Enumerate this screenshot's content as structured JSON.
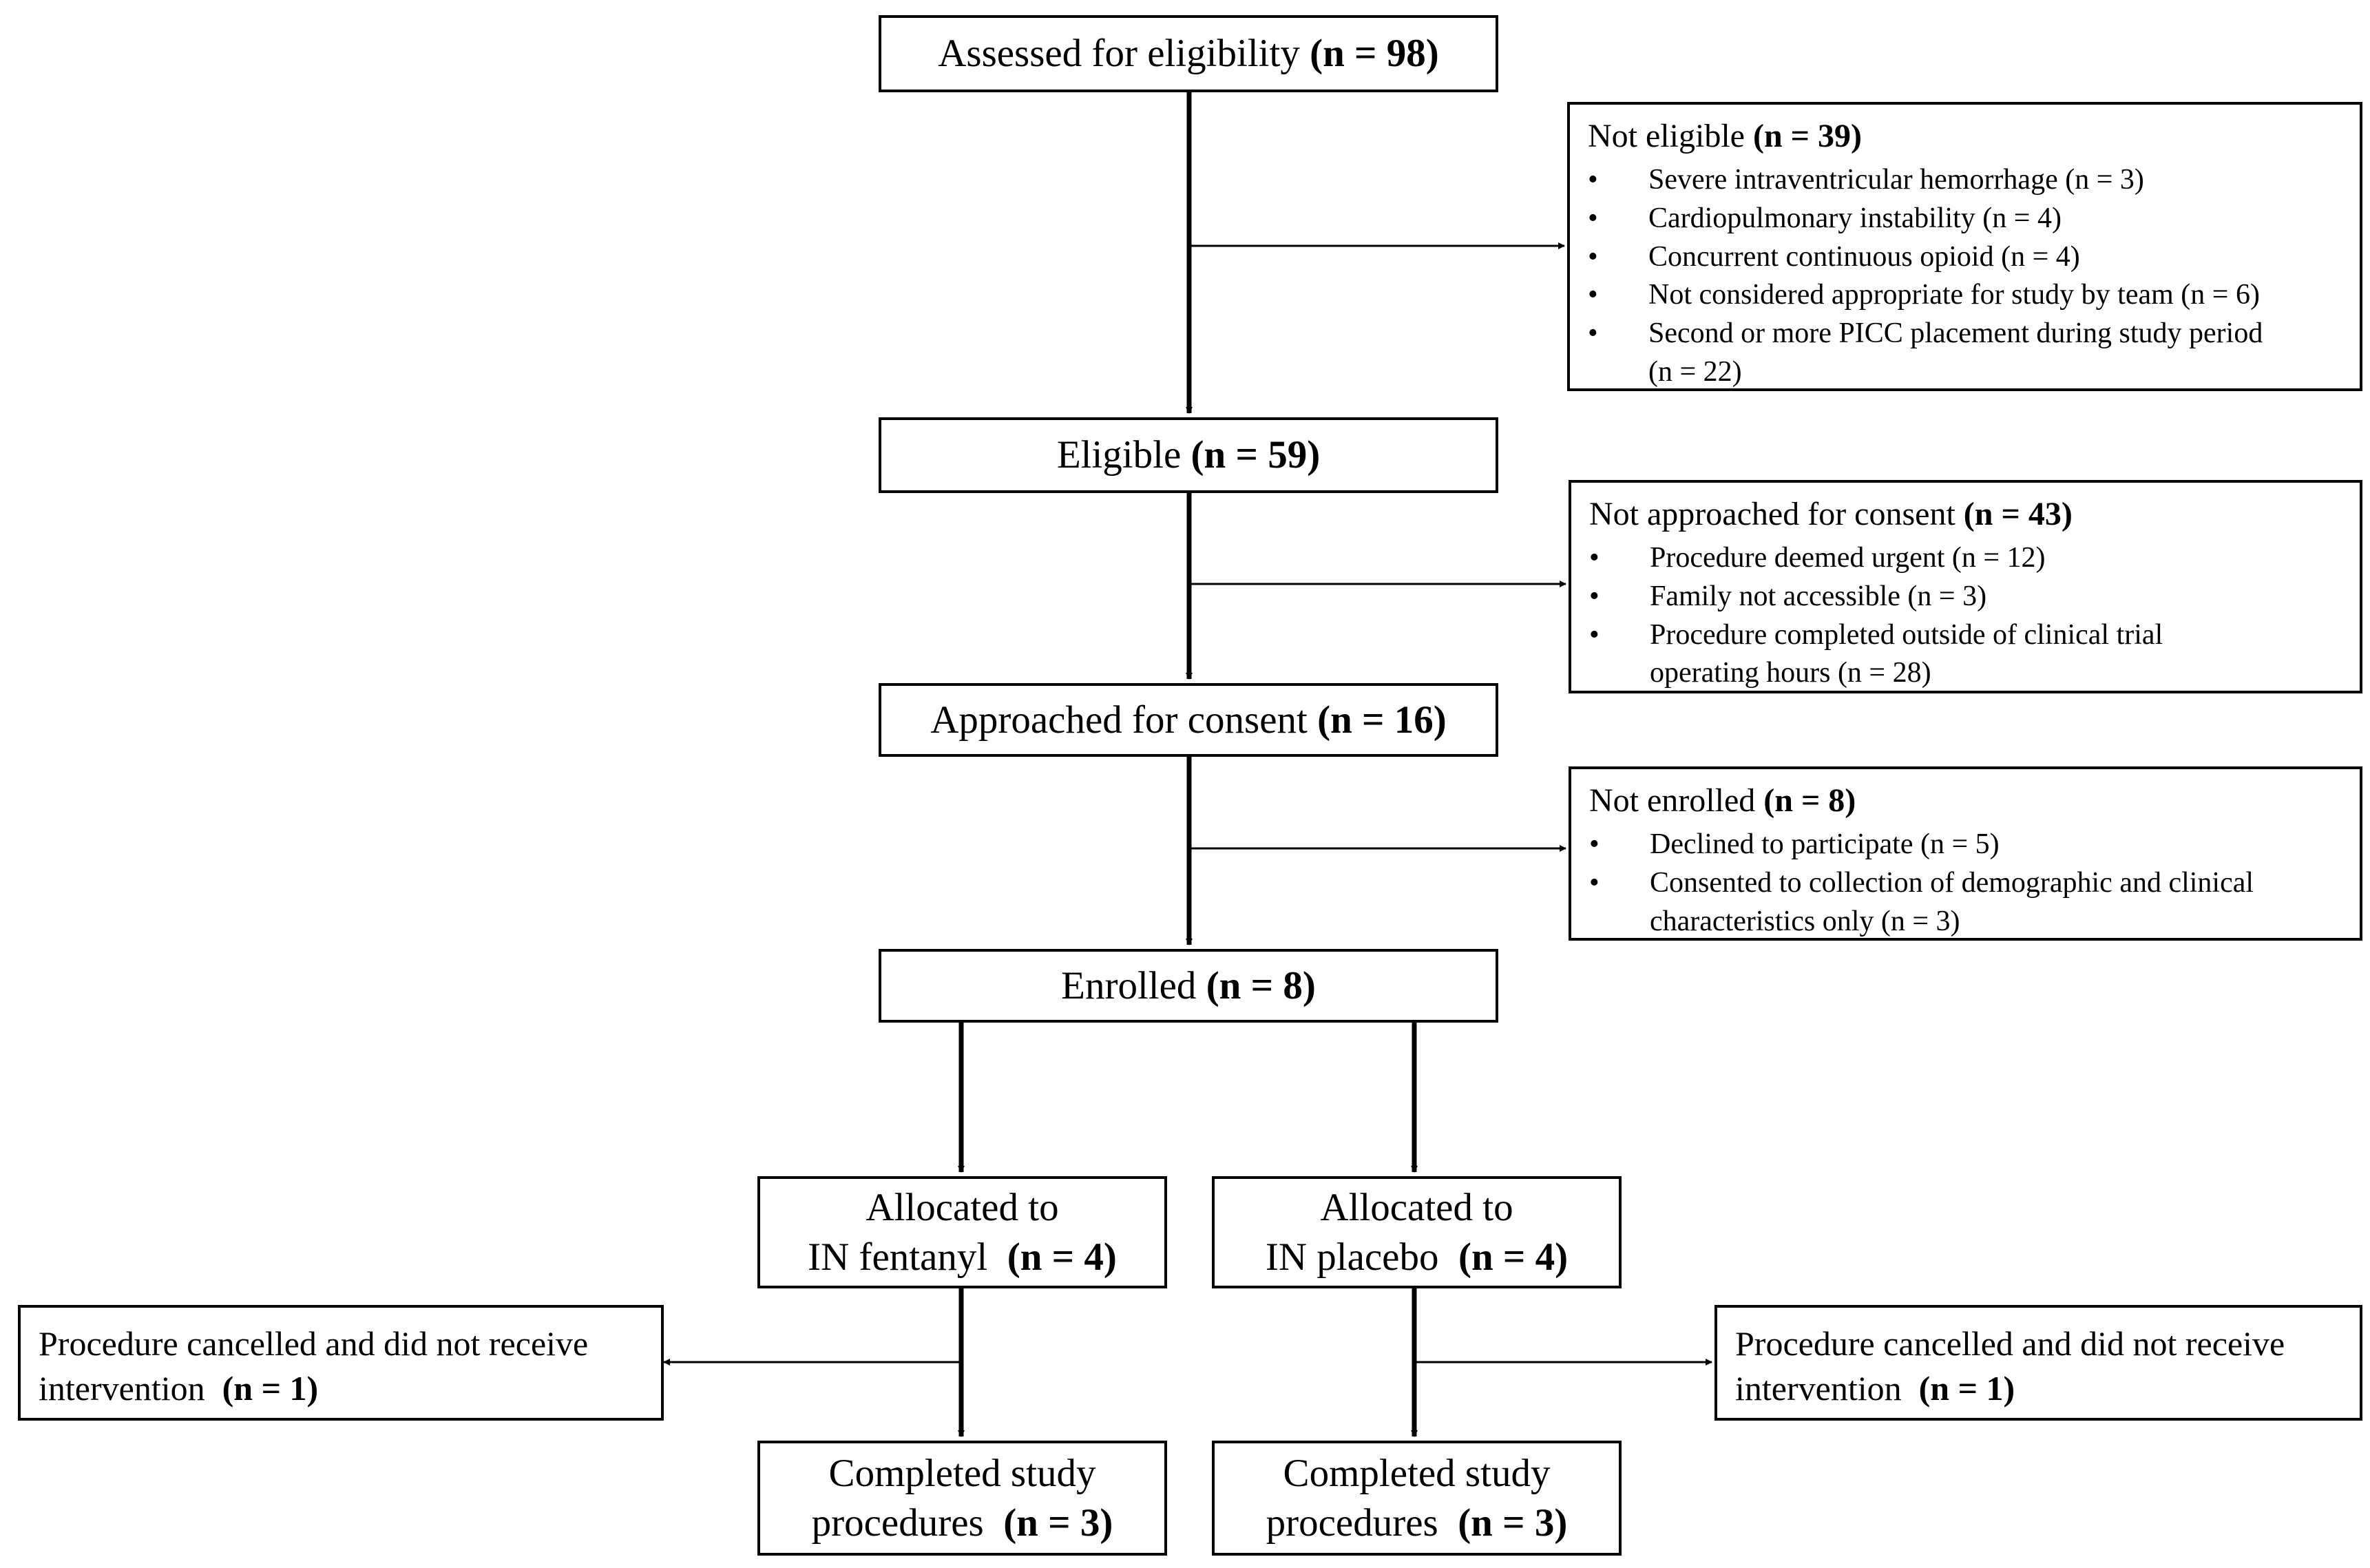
{
  "nodes": {
    "assessed": {
      "label": "Assessed for eligibility",
      "count": "(n = 98)"
    },
    "eligible": {
      "label": "Eligible",
      "count": "(n = 59)"
    },
    "approached": {
      "label": "Approached for consent",
      "count": "(n = 16)"
    },
    "enrolled": {
      "label": "Enrolled",
      "count": "(n = 8)"
    },
    "alloc_fentanyl": {
      "line1": "Allocated to",
      "line2": "IN fentanyl",
      "count": "(n = 4)"
    },
    "alloc_placebo": {
      "line1": "Allocated to",
      "line2": "IN placebo",
      "count": "(n = 4)"
    },
    "completed_fentanyl": {
      "line1": "Completed study",
      "line2": "procedures",
      "count": "(n = 3)"
    },
    "completed_placebo": {
      "line1": "Completed study",
      "line2": "procedures",
      "count": "(n = 3)"
    }
  },
  "exclusions": {
    "not_eligible": {
      "title": "Not eligible",
      "count": "(n = 39)",
      "items": [
        "Severe intraventricular hemorrhage (n = 3)",
        "Cardiopulmonary instability (n = 4)",
        "Concurrent continuous opioid (n = 4)",
        "Not considered appropriate for study by team (n = 6)",
        "Second or more PICC placement during study period"
      ],
      "continuation": "(n = 22)"
    },
    "not_approached": {
      "title": "Not approached for consent",
      "count": "(n = 43)",
      "items": [
        "Procedure deemed urgent (n = 12)",
        "Family not accessible (n = 3)",
        "Procedure completed outside of clinical trial"
      ],
      "continuation": "operating hours (n = 28)"
    },
    "not_enrolled": {
      "title": "Not enrolled",
      "count": "(n = 8)",
      "items": [
        "Declined to participate (n = 5)",
        "Consented to collection of demographic and clinical"
      ],
      "continuation": "characteristics only (n = 3)"
    },
    "cancelled_fentanyl": {
      "line1": "Procedure cancelled and did not receive",
      "line2": "intervention",
      "count": "(n = 1)"
    },
    "cancelled_placebo": {
      "line1": "Procedure cancelled and did not receive",
      "line2": "intervention",
      "count": "(n = 1)"
    }
  }
}
